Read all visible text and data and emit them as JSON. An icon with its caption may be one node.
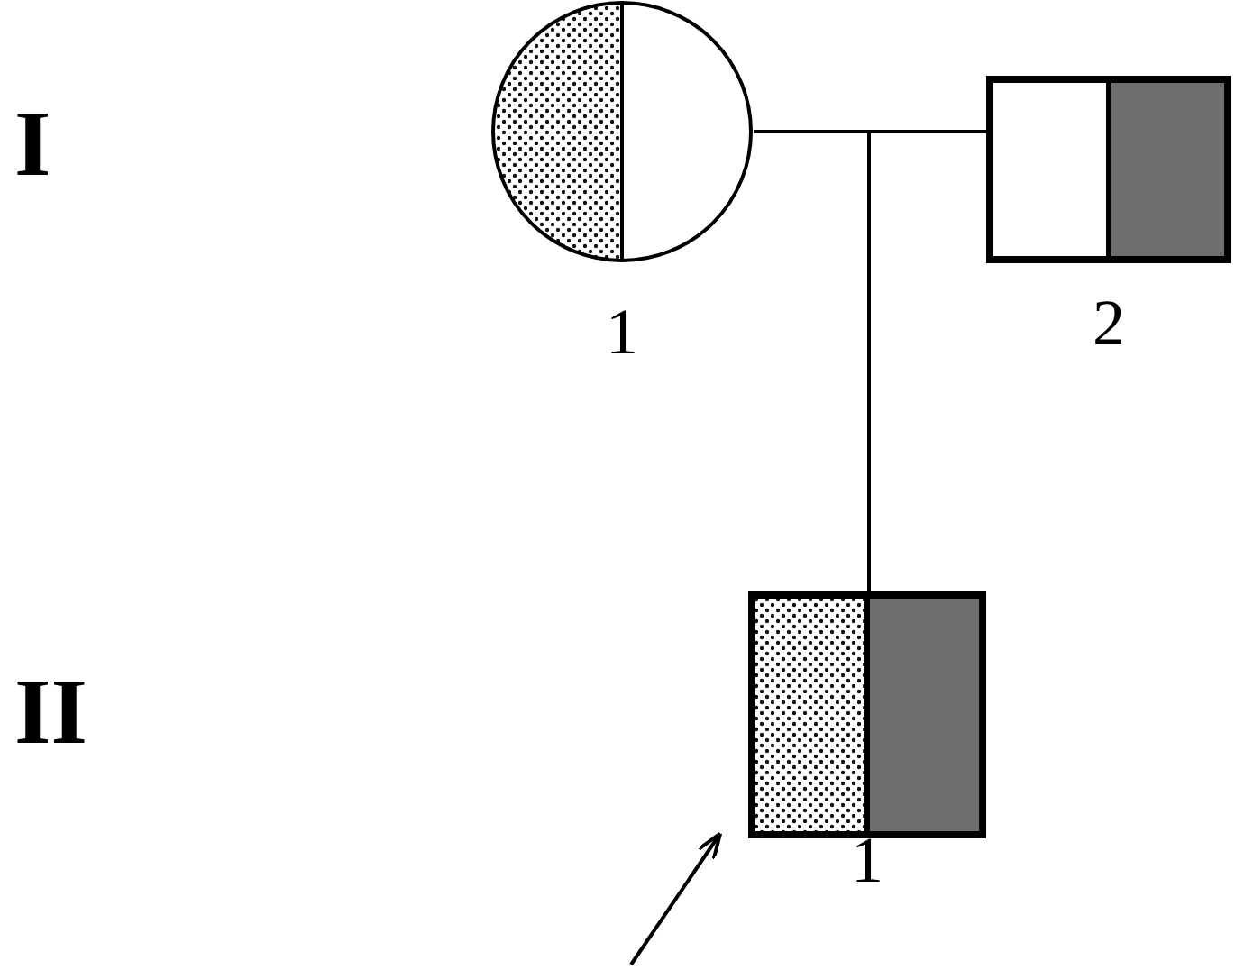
{
  "diagram": {
    "nodes": [
      {
        "text": [],
        "shape": "circle",
        "beside": [
          "1"
        ]
      },
      {
        "text": [],
        "shape": "box",
        "beside": [
          "2"
        ]
      },
      {
        "text": [],
        "shape": "box",
        "beside": [
          "1"
        ]
      }
    ],
    "edges": [
      {
        "from": 0,
        "to": 1,
        "arrow": "none"
      },
      {
        "from": null,
        "to": 2,
        "arrow": "none"
      },
      {
        "from": null,
        "to": 2,
        "arrow": "to"
      }
    ],
    "labels": [
      "I",
      "II"
    ]
  }
}
